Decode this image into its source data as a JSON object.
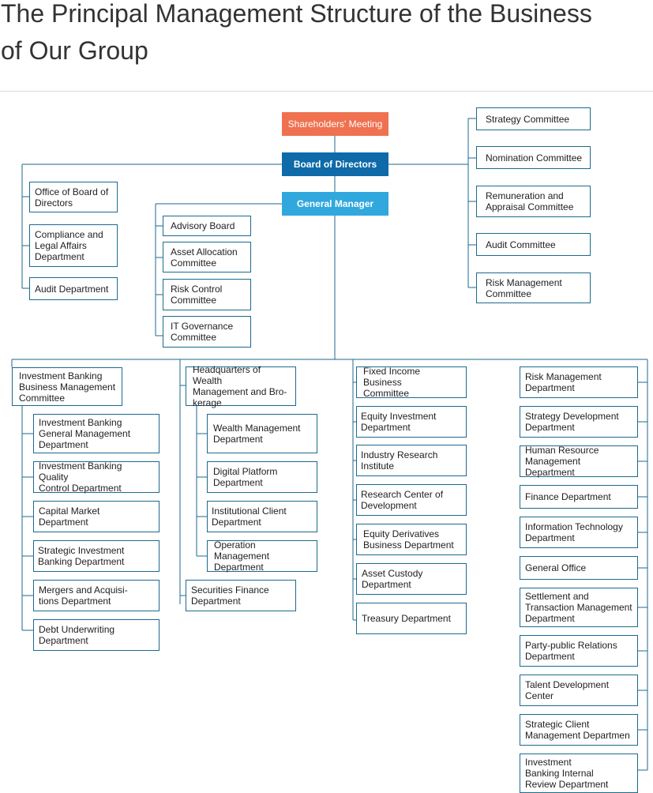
{
  "title": "The Principal Management Structure of the Business of Our Group",
  "colors": {
    "shareholders": "#f07150",
    "board": "#0e6aa8",
    "general_manager": "#30a8dd",
    "line": "#1d6a8c"
  },
  "top": {
    "shareholders": "Shareholders' Meeting",
    "board": "Board of Directors",
    "general_manager": "General Manager"
  },
  "board_left": [
    "Office of Board of\nDirectors",
    "Compliance and\nLegal Affairs\nDepartment",
    "Audit Department"
  ],
  "board_committees": [
    "Strategy Committee",
    "Nomination Committee",
    "Remuneration and\nAppraisal Committee",
    "Audit Committee",
    "Risk Management\nCommittee"
  ],
  "gm_committees": [
    "Advisory Board",
    "Asset Allocation\nCommittee",
    "Risk Control\nCommittee",
    "IT Governance\nCommittee"
  ],
  "col1": {
    "head": "Investment Banking\nBusiness Management\nCommittee",
    "items": [
      "Investment Banking\nGeneral Management\nDepartment",
      "Investment Banking Quality\nControl Department",
      "Capital Market\nDepartment",
      "Strategic Investment\nBanking Department",
      "Mergers and Acquisi-\ntions Department",
      "Debt Underwriting\nDepartment"
    ]
  },
  "col2": {
    "head": "Headquarters of Wealth\nManagement and Bro-\nkerage",
    "items": [
      "Wealth Management\nDepartment",
      "Digital Platform\nDepartment",
      "Institutional Client\nDepartment",
      "Operation Management\nDepartment"
    ],
    "extra": "Securities Finance\nDepartment"
  },
  "col3": [
    "Fixed Income Business\nCommittee",
    "Equity Investment\nDepartment",
    "Industry Research\nInstitute",
    "Research Center of\nDevelopment",
    "Equity Derivatives\nBusiness Department",
    "Asset Custody\nDepartment",
    "Treasury Department"
  ],
  "col4": [
    "Risk Management\nDepartment",
    "Strategy Development\nDepartment",
    "Human Resource\nManagement Department",
    "Finance Department",
    "Information Technology\nDepartment",
    "General Office",
    "Settlement and\nTransaction Management\nDepartment",
    "Party-public Relations\nDepartment",
    "Talent Development\nCenter",
    "Strategic Client\nManagement Departmen",
    "Investment\nBanking Internal\nReview Department"
  ]
}
